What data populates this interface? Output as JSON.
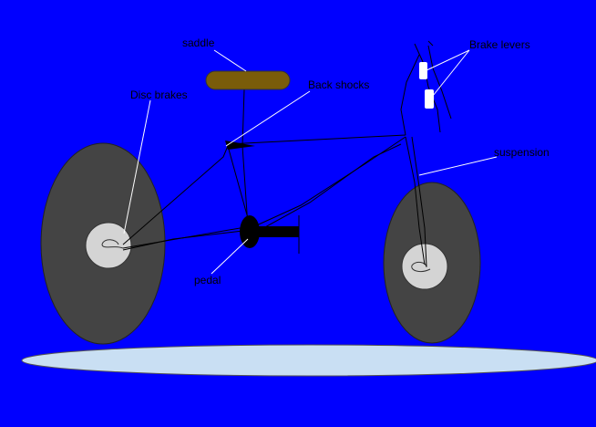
{
  "labels": {
    "saddle": "saddle",
    "disc_brakes": "Disc brakes",
    "back_shocks": "Back shocks",
    "brake_levers": "Brake levers",
    "suspension": "suspension",
    "pedal": "pedal"
  },
  "colors": {
    "background": "#0000ff",
    "wheel": "#444444",
    "hub": "#d4d4d4",
    "saddle": "#7a5c0a",
    "ground": "#c9dff3",
    "lines": "#000000",
    "brake_lever": "#ffffff"
  }
}
